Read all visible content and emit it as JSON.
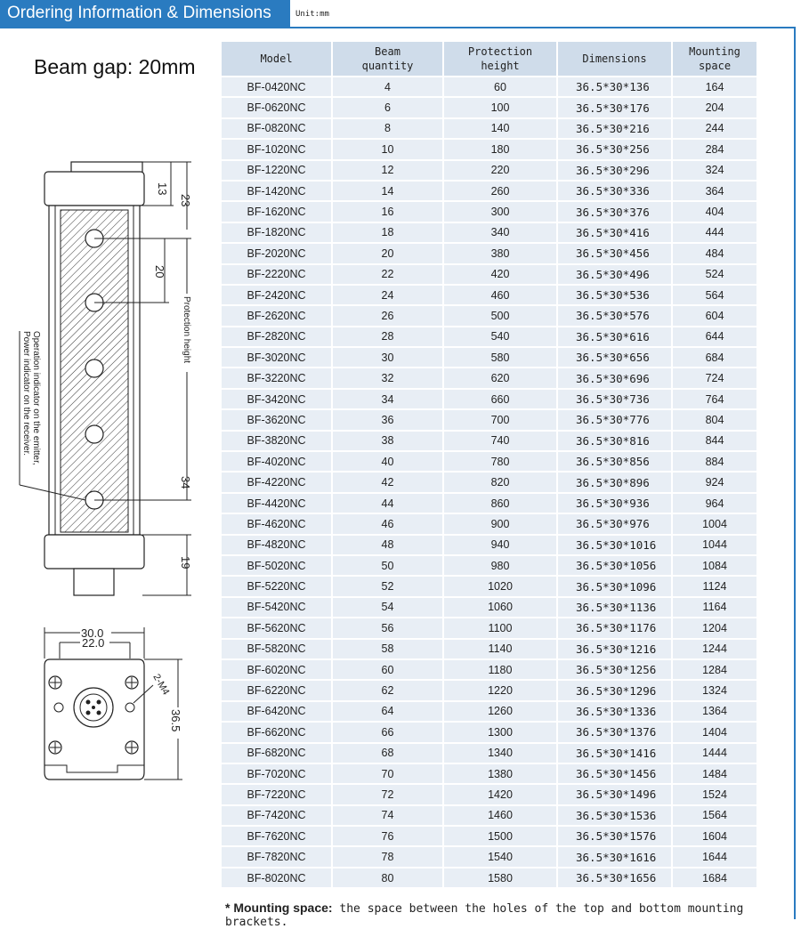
{
  "header": {
    "title": "Ordering Information & Dimensions",
    "unit": "Unit:mm"
  },
  "beam_gap": "Beam gap: 20mm",
  "drawing": {
    "dim_13": "13",
    "dim_23": "23",
    "dim_20": "20",
    "protection_height": "Protection height",
    "dim_34": "34",
    "dim_19": "19",
    "indicator_line1": "Operation indicator on the emitter,",
    "indicator_line2": "Power indicator on the receiver.",
    "dim_30": "30.0",
    "dim_22": "22.0",
    "dim_36_5": "36.5",
    "m4": "2-M4"
  },
  "table": {
    "headers": [
      "Model",
      "Beam quantity",
      "Protection height",
      "Dimensions",
      "Mounting space"
    ],
    "rows": [
      [
        "BF-0420NC",
        "4",
        "60",
        "36.5*30*136",
        "164"
      ],
      [
        "BF-0620NC",
        "6",
        "100",
        "36.5*30*176",
        "204"
      ],
      [
        "BF-0820NC",
        "8",
        "140",
        "36.5*30*216",
        "244"
      ],
      [
        "BF-1020NC",
        "10",
        "180",
        "36.5*30*256",
        "284"
      ],
      [
        "BF-1220NC",
        "12",
        "220",
        "36.5*30*296",
        "324"
      ],
      [
        "BF-1420NC",
        "14",
        "260",
        "36.5*30*336",
        "364"
      ],
      [
        "BF-1620NC",
        "16",
        "300",
        "36.5*30*376",
        "404"
      ],
      [
        "BF-1820NC",
        "18",
        "340",
        "36.5*30*416",
        "444"
      ],
      [
        "BF-2020NC",
        "20",
        "380",
        "36.5*30*456",
        "484"
      ],
      [
        "BF-2220NC",
        "22",
        "420",
        "36.5*30*496",
        "524"
      ],
      [
        "BF-2420NC",
        "24",
        "460",
        "36.5*30*536",
        "564"
      ],
      [
        "BF-2620NC",
        "26",
        "500",
        "36.5*30*576",
        "604"
      ],
      [
        "BF-2820NC",
        "28",
        "540",
        "36.5*30*616",
        "644"
      ],
      [
        "BF-3020NC",
        "30",
        "580",
        "36.5*30*656",
        "684"
      ],
      [
        "BF-3220NC",
        "32",
        "620",
        "36.5*30*696",
        "724"
      ],
      [
        "BF-3420NC",
        "34",
        "660",
        "36.5*30*736",
        "764"
      ],
      [
        "BF-3620NC",
        "36",
        "700",
        "36.5*30*776",
        "804"
      ],
      [
        "BF-3820NC",
        "38",
        "740",
        "36.5*30*816",
        "844"
      ],
      [
        "BF-4020NC",
        "40",
        "780",
        "36.5*30*856",
        "884"
      ],
      [
        "BF-4220NC",
        "42",
        "820",
        "36.5*30*896",
        "924"
      ],
      [
        "BF-4420NC",
        "44",
        "860",
        "36.5*30*936",
        "964"
      ],
      [
        "BF-4620NC",
        "46",
        "900",
        "36.5*30*976",
        "1004"
      ],
      [
        "BF-4820NC",
        "48",
        "940",
        "36.5*30*1016",
        "1044"
      ],
      [
        "BF-5020NC",
        "50",
        "980",
        "36.5*30*1056",
        "1084"
      ],
      [
        "BF-5220NC",
        "52",
        "1020",
        "36.5*30*1096",
        "1124"
      ],
      [
        "BF-5420NC",
        "54",
        "1060",
        "36.5*30*1136",
        "1164"
      ],
      [
        "BF-5620NC",
        "56",
        "1100",
        "36.5*30*1176",
        "1204"
      ],
      [
        "BF-5820NC",
        "58",
        "1140",
        "36.5*30*1216",
        "1244"
      ],
      [
        "BF-6020NC",
        "60",
        "1180",
        "36.5*30*1256",
        "1284"
      ],
      [
        "BF-6220NC",
        "62",
        "1220",
        "36.5*30*1296",
        "1324"
      ],
      [
        "BF-6420NC",
        "64",
        "1260",
        "36.5*30*1336",
        "1364"
      ],
      [
        "BF-6620NC",
        "66",
        "1300",
        "36.5*30*1376",
        "1404"
      ],
      [
        "BF-6820NC",
        "68",
        "1340",
        "36.5*30*1416",
        "1444"
      ],
      [
        "BF-7020NC",
        "70",
        "1380",
        "36.5*30*1456",
        "1484"
      ],
      [
        "BF-7220NC",
        "72",
        "1420",
        "36.5*30*1496",
        "1524"
      ],
      [
        "BF-7420NC",
        "74",
        "1460",
        "36.5*30*1536",
        "1564"
      ],
      [
        "BF-7620NC",
        "76",
        "1500",
        "36.5*30*1576",
        "1604"
      ],
      [
        "BF-7820NC",
        "78",
        "1540",
        "36.5*30*1616",
        "1644"
      ],
      [
        "BF-8020NC",
        "80",
        "1580",
        "36.5*30*1656",
        "1684"
      ]
    ]
  },
  "footnote": {
    "label": "* Mounting space:",
    "text": " the space between the holes of the top and bottom mounting brackets."
  }
}
